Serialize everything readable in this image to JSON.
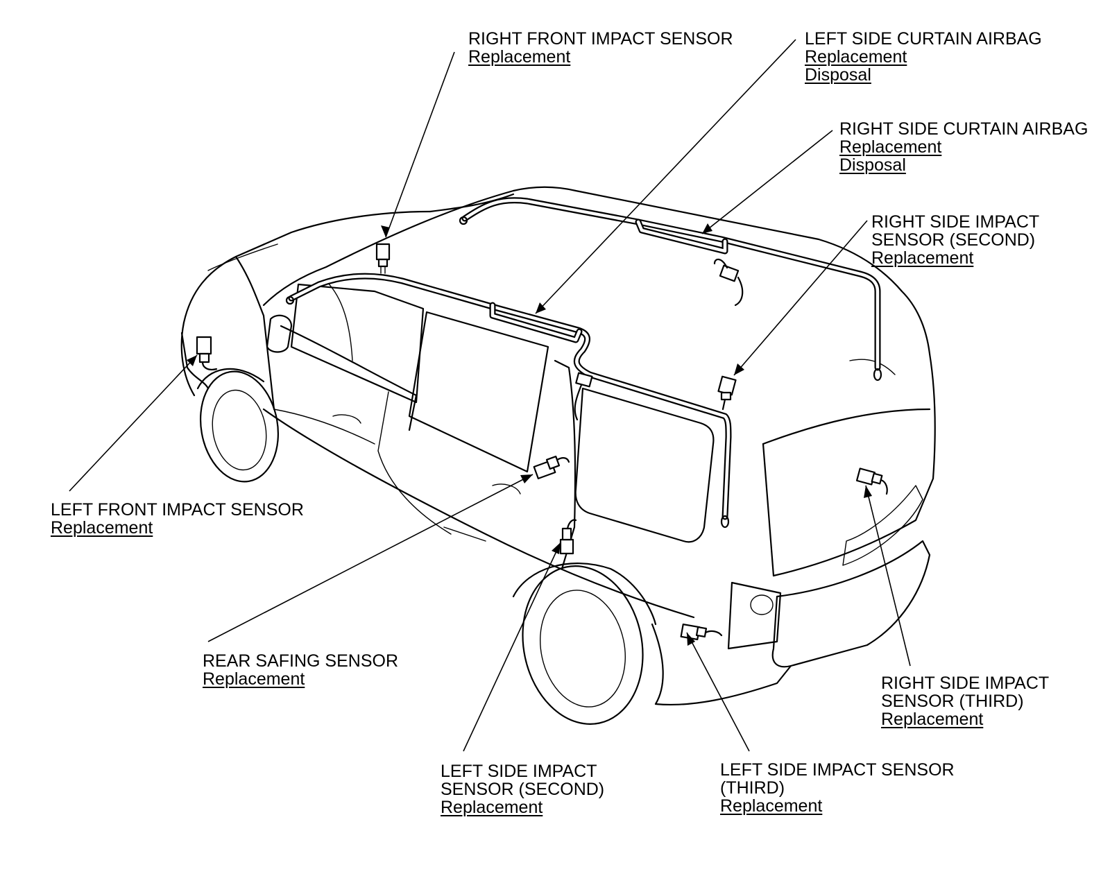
{
  "labels": {
    "right_front_impact": {
      "title": "RIGHT FRONT IMPACT SENSOR",
      "links": [
        "Replacement"
      ]
    },
    "left_side_curtain": {
      "title": "LEFT SIDE CURTAIN AIRBAG",
      "links": [
        "Replacement",
        "Disposal"
      ]
    },
    "right_side_curtain": {
      "title": "RIGHT SIDE CURTAIN AIRBAG",
      "links": [
        "Replacement",
        "Disposal"
      ]
    },
    "right_side_impact_second": {
      "title_lines": [
        "RIGHT SIDE IMPACT",
        "SENSOR (SECOND)"
      ],
      "links": [
        "Replacement"
      ]
    },
    "left_front_impact": {
      "title": "LEFT FRONT IMPACT SENSOR",
      "links": [
        "Replacement"
      ]
    },
    "rear_safing": {
      "title": "REAR SAFING SENSOR",
      "links": [
        "Replacement"
      ]
    },
    "left_side_impact_second": {
      "title_lines": [
        "LEFT SIDE IMPACT",
        "SENSOR (SECOND)"
      ],
      "links": [
        "Replacement"
      ]
    },
    "left_side_impact_third": {
      "title_lines": [
        "LEFT SIDE IMPACT SENSOR",
        "(THIRD)"
      ],
      "links": [
        "Replacement"
      ]
    },
    "right_side_impact_third": {
      "title_lines": [
        "RIGHT SIDE IMPACT",
        "SENSOR (THIRD)"
      ],
      "links": [
        "Replacement"
      ]
    }
  },
  "colors": {
    "ink": "#000000",
    "background": "#ffffff"
  }
}
